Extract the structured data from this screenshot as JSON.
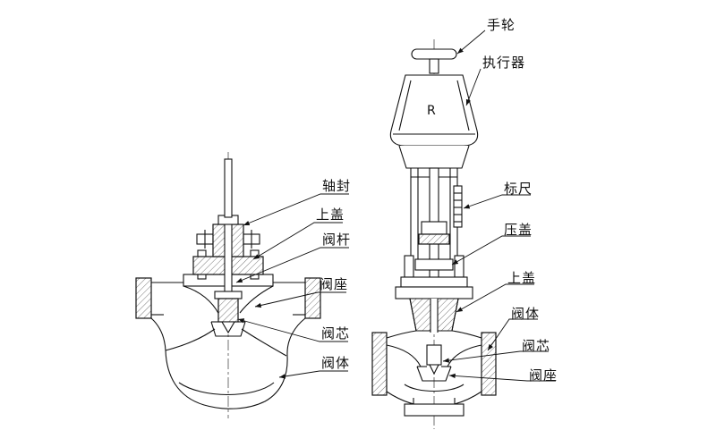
{
  "left_valve": {
    "labels": [
      {
        "id": "shaft-seal",
        "text": "轴封"
      },
      {
        "id": "bonnet",
        "text": "上盖"
      },
      {
        "id": "stem",
        "text": "阀杆"
      },
      {
        "id": "seat",
        "text": "阀座"
      },
      {
        "id": "plug",
        "text": "阀芯"
      },
      {
        "id": "body",
        "text": "阀体"
      }
    ]
  },
  "right_valve": {
    "actuator_mark": "R",
    "labels": [
      {
        "id": "handwheel",
        "text": "手轮"
      },
      {
        "id": "actuator",
        "text": "执行器"
      },
      {
        "id": "scale",
        "text": "标尺"
      },
      {
        "id": "gland",
        "text": "压盖"
      },
      {
        "id": "bonnet",
        "text": "上盖"
      },
      {
        "id": "body",
        "text": "阀体"
      },
      {
        "id": "plug",
        "text": "阀芯"
      },
      {
        "id": "seat",
        "text": "阀座"
      }
    ]
  },
  "colors": {
    "background": "#ffffff",
    "line": "#111111"
  }
}
